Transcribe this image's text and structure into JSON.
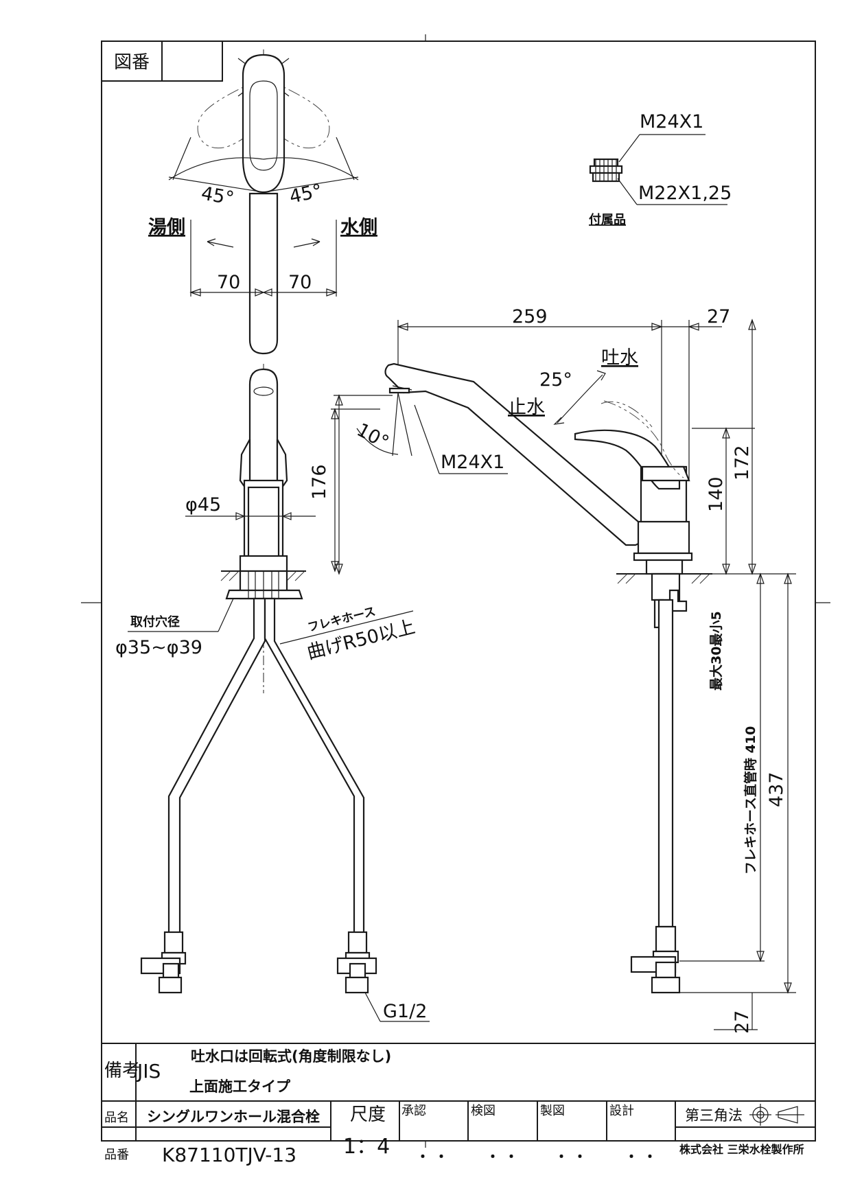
{
  "title_block": {
    "drawing_no_label": "図番",
    "remarks_label": "備考",
    "remarks_standard": "JIS",
    "note1": "吐水口は回転式(角度制限なし)",
    "note2": "上面施工タイプ",
    "product_name_label": "品名",
    "product_name": "シングルワンホール混合栓",
    "product_code_label": "品番",
    "product_code": "K87110TJV-13",
    "scale_label": "尺度",
    "scale_value": "1：4",
    "approval_label": "承認",
    "check_label": "検図",
    "drawn_label": "製図",
    "design_label": "設計",
    "date_dots": "・ ・",
    "projection_label": "第三角法",
    "company": "株式会社 三栄水栓製作所"
  },
  "top_view": {
    "angle_hot": "45°",
    "angle_cold": "45°",
    "hot_side": "湯側",
    "cold_side": "水側",
    "dim_left": "70",
    "dim_right": "70"
  },
  "accessory": {
    "thread_top": "M24X1",
    "thread_bottom": "M22X1,25",
    "label": "付属品"
  },
  "front_view": {
    "dim_diameter": "φ45",
    "dim_height": "176",
    "mount_hole_label": "取付穴径",
    "mount_hole_value": "φ35~φ39",
    "hose_label": "フレキホース",
    "hose_bend": "曲げR50以上",
    "connection": "G1/2"
  },
  "side_view": {
    "dim_reach": "259",
    "dim_body": "27",
    "spout_angle": "25°",
    "spout_on": "吐水",
    "spout_off": "止水",
    "aerator_angle": "10°",
    "aerator_thread": "M24X1",
    "dim_140": "140",
    "dim_172": "172",
    "counter_thickness": "最大30最小5",
    "hose_length": "フレキホース直管時 410",
    "dim_437": "437",
    "dim_27_bottom": "27"
  }
}
